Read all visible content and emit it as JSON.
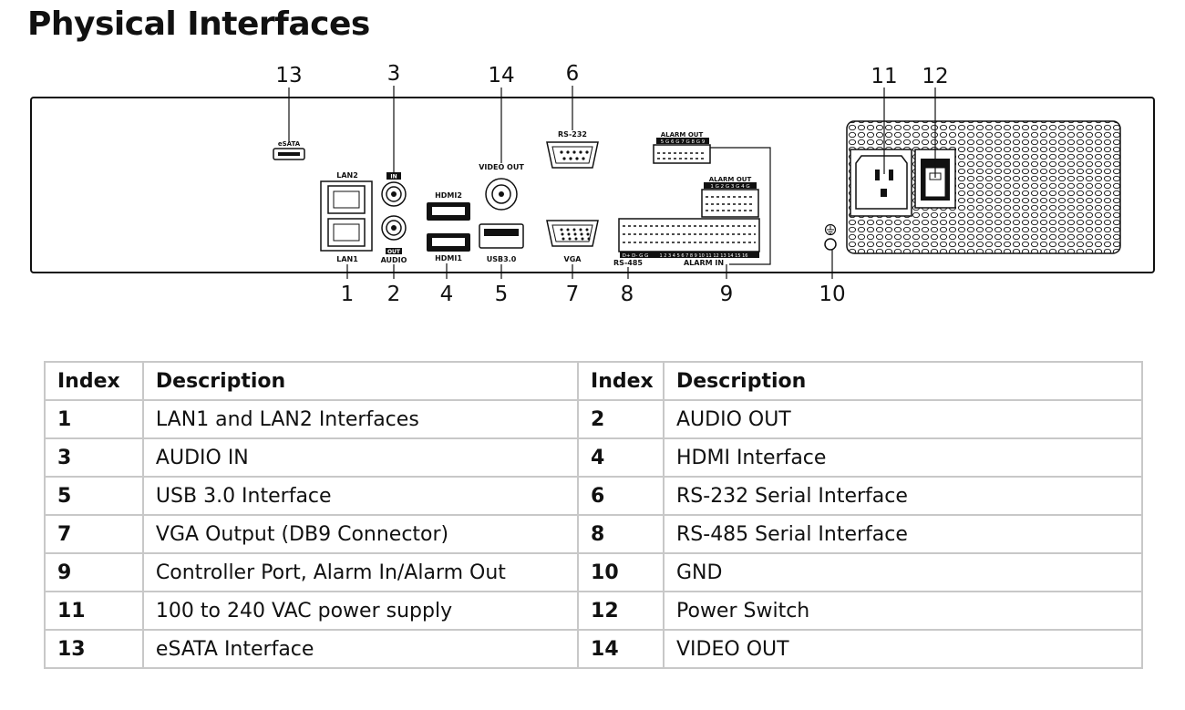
{
  "page": {
    "title": "Physical Interfaces"
  },
  "diagram": {
    "callouts": [
      "13",
      "3",
      "14",
      "6",
      "11",
      "12",
      "1",
      "2",
      "4",
      "5",
      "7",
      "8",
      "9",
      "10"
    ],
    "labels": {
      "esata": "eSATA",
      "lan2": "LAN2",
      "lan1": "LAN1",
      "in": "IN",
      "out": "OUT",
      "audio": "AUDIO",
      "hdmi2": "HDMI2",
      "hdmi1": "HDMI1",
      "usb": "USB3.0",
      "video_out": "VIDEO OUT",
      "rs232": "RS-232",
      "vga": "VGA",
      "rs485": "RS-485",
      "alarm_out_1": "ALARM OUT",
      "alarm_out_2": "ALARM OUT",
      "alarm_in": "ALARM IN",
      "alarm_out_nums_1": "5 G 6 G 7 G 8 G 9",
      "alarm_out_nums_2": "1 G 2 G 3 G 4 G",
      "alarm_in_nums": "1 2 3 4 5 6 7 8  9 10 11 12 13 14 15 16",
      "rs485_pins": "D+ D- G G"
    }
  },
  "table": {
    "headers": [
      "Index",
      "Description",
      "Index",
      "Description"
    ],
    "rows": [
      [
        "1",
        "LAN1 and LAN2 Interfaces",
        "2",
        "AUDIO OUT"
      ],
      [
        "3",
        "AUDIO IN",
        "4",
        "HDMI Interface"
      ],
      [
        "5",
        "USB 3.0 Interface",
        "6",
        "RS-232 Serial Interface"
      ],
      [
        "7",
        "VGA Output (DB9 Connector)",
        "8",
        "RS-485 Serial Interface"
      ],
      [
        "9",
        "Controller Port, Alarm In/Alarm Out",
        "10",
        "GND"
      ],
      [
        "11",
        "100 to 240 VAC power supply",
        "12",
        "Power Switch"
      ],
      [
        "13",
        "eSATA Interface",
        "14",
        "VIDEO OUT"
      ]
    ]
  }
}
